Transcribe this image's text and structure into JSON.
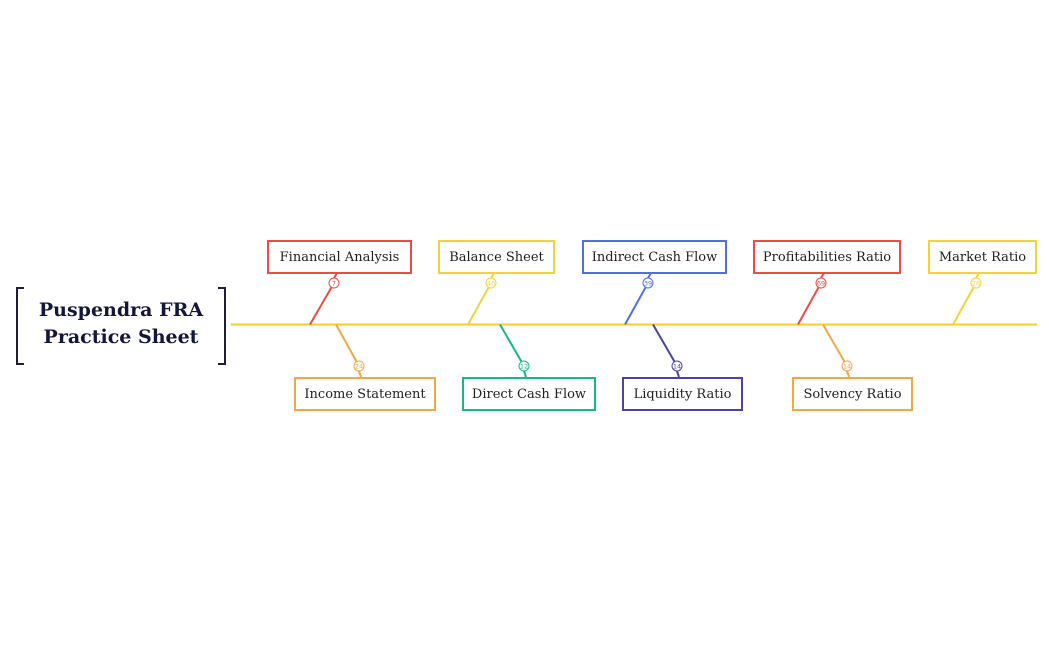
{
  "title": {
    "line1": "Puspendra FRA",
    "line2": "Practice Sheet"
  },
  "spine_color": "#f5ce2a",
  "branches": [
    {
      "label": "Financial Analysis",
      "count": "7",
      "color": "#ee4b45"
    },
    {
      "label": "Income Statement",
      "count": "24",
      "color": "#f2a646"
    },
    {
      "label": "Balance Sheet",
      "count": "46",
      "color": "#f2d33a"
    },
    {
      "label": "Direct Cash Flow",
      "count": "12",
      "color": "#16b887"
    },
    {
      "label": "Indirect Cash Flow",
      "count": "39",
      "color": "#4f6fe6"
    },
    {
      "label": "Liquidity Ratio",
      "count": "14",
      "color": "#4a44a8"
    },
    {
      "label": "Profitabilities Ratio",
      "count": "69",
      "color": "#ee4b45"
    },
    {
      "label": "Solvency Ratio",
      "count": "14",
      "color": "#f2a646"
    },
    {
      "label": "Market Ratio",
      "count": "26",
      "color": "#f2d33a"
    }
  ]
}
